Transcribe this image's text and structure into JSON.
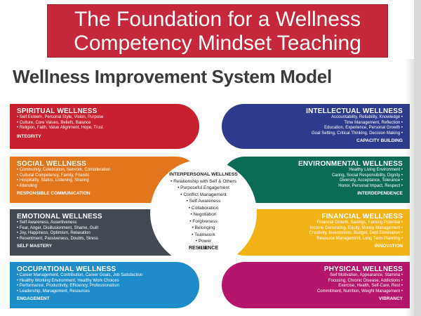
{
  "slide": {
    "title_line1": "The Foundation for a Wellness",
    "title_line2": "Competency Mindset Teaching",
    "model_title": "Wellness Improvement System Model"
  },
  "colors": {
    "title_bg": "#c4283a",
    "spiritual": "#c8202f",
    "social": "#e3761c",
    "emotional": "#434a54",
    "occupational": "#1d8cc8",
    "intellectual": "#2e3a8c",
    "environmental": "#0b6b55",
    "financial": "#f2b318",
    "physical": "#b5156a"
  },
  "left_bands": [
    {
      "title": "SPIRITUAL WELLNESS",
      "items": [
        "• Self Esteem, Personal Style, Vision, Purpose",
        "• Culture, Core Values, Beliefs, Balance",
        "• Religion, Faith, Value Alignment, Hope, Trust"
      ],
      "footer": "INTEGRITY"
    },
    {
      "title": "SOCIAL WELLNESS",
      "items": [
        "• Community, Celebration, Network, Consideration",
        "• Cultural Competency, Family, Friends",
        "• Hospitality, Status, Listening, Sharing",
        "• Attending"
      ],
      "footer": "RESPONSIBLE COMMUNICATION"
    },
    {
      "title": "EMOTIONAL WELLNESS",
      "items": [
        "• Self Awareness, Assertiveness",
        "• Fear, Anger, Disillusionment, Shame, Guilt",
        "• Joy, Happiness, Optimism, Relaxation",
        "• Resentment, Passiveness, Doubts, Stress"
      ],
      "footer": "SELF MASTERY"
    },
    {
      "title": "OCCUPATIONAL WELLNESS",
      "items": [
        "• Career Management, Contribution, Career Goals, Job Satisfaction",
        "• Healthy Working Environment, Healthy Work Choices",
        "• Performance, Productivity, Efficiency, Professionalism",
        "• Leadership, Management, Resources"
      ],
      "footer": "ENGAGEMENT"
    }
  ],
  "right_bands": [
    {
      "title": "INTELLECTUAL WELLNESS",
      "items": [
        "Accountability, Reliability, Knowledge •",
        "Time Management, Reflection •",
        "Education, Experience, Personal Growth •",
        "Goal Setting, Critical Thinking, Decision Making •"
      ],
      "footer": "CAPACITY BUILDING"
    },
    {
      "title": "ENVIRONMENTAL WELLNESS",
      "items": [
        "Healthy Living Environment •",
        "Caring, Social Responsibility, Dignity •",
        "Diversity, Acceptance, Tolerance •",
        "Honor, Personal Impact, Respect •"
      ],
      "footer": "INTERDEPENDENCE"
    },
    {
      "title": "FINANCIAL WELLNESS",
      "items": [
        "Financial Growth, Savings, Earning Potential •",
        "Income Generating, Equity, Money Management •",
        "Creativity, Investments, Budget, Debt Elimination •",
        "Resource Management, Long Term Planning •"
      ],
      "footer": "INNOVATION"
    },
    {
      "title": "PHYSICAL WELLNESS",
      "items": [
        "Self Motivation, Appearance, Stamina •",
        "Focusing, Chronic Disease, Addictions •",
        "Exercise, Health, Self-Care, Rest •",
        "Commitment, Nutrition, Weight Management •"
      ],
      "footer": "VIBRANCY"
    }
  ],
  "hub": {
    "title": "INTERPERSONAL WELLNESS",
    "items": [
      "• Relationship with Self & Others",
      "• Purposeful Engagement",
      "• Conflict Management",
      "• Self Awareness",
      "• Collaboration",
      "• Negotiation",
      "• Forgiveness",
      "• Belonging",
      "• Teamwork",
      "• Power",
      "• Fun"
    ],
    "footer": "RESILIENCE"
  }
}
